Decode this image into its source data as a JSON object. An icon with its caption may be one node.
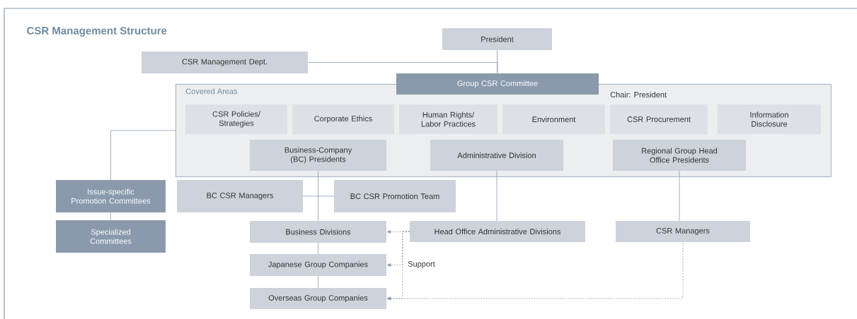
{
  "diagram": {
    "title": "CSR Management Structure",
    "nodes": [
      {
        "text": [
          "President"
        ]
      },
      {
        "text": [
          "CSR Management Dept."
        ]
      },
      {
        "text": [
          "Group CSR Committee"
        ],
        "beside": [
          "Chair: President"
        ]
      },
      {
        "text": [
          "Covered Areas"
        ]
      },
      {
        "text": [
          "CSR Policies/ Strategies"
        ],
        "in": 3
      },
      {
        "text": [
          "Corporate Ethics"
        ],
        "in": 3
      },
      {
        "text": [
          "Human Rights/ Labor Practices"
        ],
        "in": 3
      },
      {
        "text": [
          "Environment"
        ],
        "in": 3
      },
      {
        "text": [
          "CSR Procurement"
        ],
        "in": 3
      },
      {
        "text": [
          "Information Disclosure"
        ],
        "in": 3
      },
      {
        "text": [
          "Business-Company (BC) Presidents"
        ],
        "in": 3
      },
      {
        "text": [
          "Administrative Division"
        ],
        "in": 3
      },
      {
        "text": [
          "Regional Group Head Office Presidents"
        ],
        "in": 3
      },
      {
        "text": [
          "Issue-specific Promotion Committees"
        ]
      },
      {
        "text": [
          "BC CSR Managers"
        ]
      },
      {
        "text": [
          "BC CSR Promotion Team"
        ]
      },
      {
        "text": [
          "Specialized Committees"
        ]
      },
      {
        "text": [
          "Business Divisions"
        ]
      },
      {
        "text": [
          "Head Office Administrative Divisions"
        ]
      },
      {
        "text": [
          "CSR Managers"
        ]
      },
      {
        "text": [
          "Japanese Group Companies"
        ]
      },
      {
        "text": [
          "Overseas Group Companies"
        ]
      }
    ],
    "edges": [
      {
        "from": 0,
        "to": 2,
        "arrow": "none"
      },
      {
        "from": 1,
        "to": 2,
        "arrow": "none"
      },
      {
        "from": 3,
        "to": 13,
        "arrow": "none"
      },
      {
        "from": 13,
        "to": 16,
        "arrow": "none"
      },
      {
        "from": 10,
        "to": 17,
        "arrow": "none"
      },
      {
        "from": 14,
        "to": 15,
        "arrow": "none"
      },
      {
        "from": 17,
        "to": 20,
        "arrow": "none"
      },
      {
        "from": 20,
        "to": 21,
        "arrow": "none"
      },
      {
        "from": 11,
        "to": 18,
        "arrow": "none"
      },
      {
        "from": 12,
        "to": 19,
        "arrow": "none"
      },
      {
        "from": 18,
        "to": 17,
        "arrow": "to",
        "style": "dashed"
      },
      {
        "from": 18,
        "to": 20,
        "arrow": "to",
        "style": "dashed",
        "label": "Support"
      },
      {
        "from": 18,
        "to": 21,
        "arrow": "to",
        "style": "dashed"
      },
      {
        "from": 19,
        "to": 21,
        "arrow": "to",
        "style": "dashed"
      }
    ]
  }
}
